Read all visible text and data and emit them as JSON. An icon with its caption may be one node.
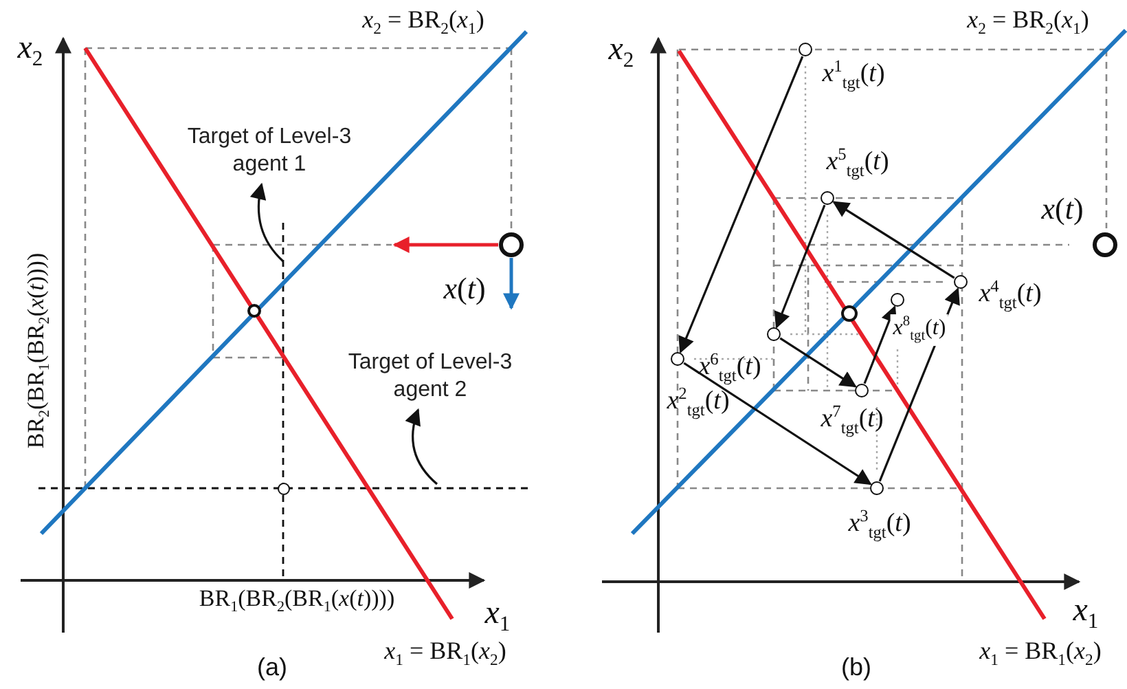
{
  "diagram": {
    "nodes": [
      {
        "text": [
          "Target of Level-3 agent 1"
        ]
      },
      {
        "text": [],
        "shape": "circle",
        "beside": [
          "*x*(*t*)"
        ]
      },
      {
        "text": [],
        "shape": "circle"
      },
      {
        "text": [
          "Target of Level-3 agent 2"
        ]
      },
      {
        "text": [],
        "shape": "circle"
      },
      {
        "text": [],
        "shape": "circle",
        "beside": [
          "*x*$^{1}$$_{tgt}$(*t*)"
        ]
      },
      {
        "text": [],
        "shape": "circle",
        "beside": [
          "*x*$^{5}$$_{tgt}$(*t*)"
        ]
      },
      {
        "text": [],
        "shape": "circle",
        "beside": [
          "*x*(*t*)"
        ]
      },
      {
        "text": [],
        "shape": "circle",
        "beside": [
          "*x*$^{4}$$_{tgt}$(*t*)"
        ]
      },
      {
        "text": [],
        "shape": "circle"
      },
      {
        "text": [],
        "shape": "circle",
        "beside": [
          "*x*$^{8}$$_{tgt}$(*t*)"
        ]
      },
      {
        "text": [],
        "shape": "circle",
        "beside": [
          "*x*$^{6}$$_{tgt}$(*t*)"
        ]
      },
      {
        "text": [],
        "shape": "circle",
        "beside": [
          "*x*$^{2}$$_{tgt}$(*t*)"
        ]
      },
      {
        "text": [],
        "shape": "circle",
        "beside": [
          "*x*$^{7}$$_{tgt}$(*t*)"
        ]
      },
      {
        "text": [],
        "shape": "circle",
        "beside": [
          "*x*$^{3}$$_{tgt}$(*t*)"
        ]
      }
    ],
    "edges": [
      {
        "from": 1,
        "to": null,
        "arrow": "to",
        "color": "#e8202a"
      },
      {
        "from": 1,
        "to": null,
        "arrow": "to",
        "color": "#1f77c0"
      },
      {
        "from": null,
        "to": 0,
        "arrow": "to"
      },
      {
        "from": null,
        "to": 3,
        "arrow": "to"
      },
      {
        "from": 5,
        "to": 12,
        "arrow": "to"
      },
      {
        "from": 12,
        "to": 14,
        "arrow": "to"
      },
      {
        "from": 14,
        "to": 8,
        "arrow": "to"
      },
      {
        "from": 8,
        "to": 6,
        "arrow": "to"
      },
      {
        "from": 6,
        "to": 11,
        "arrow": "to"
      },
      {
        "from": 11,
        "to": 13,
        "arrow": "to"
      },
      {
        "from": 13,
        "to": 10,
        "arrow": "to"
      }
    ],
    "labels": [
      "*x*$_{2}$ = BR$_{2}$(*x*$_{1}$)",
      "*x*$_{2}$",
      "BR$_{2}$(BR$_{1}$(BR$_{2}$(*x*(*t*))))",
      "BR$_{1}$(BR$_{2}$(BR$_{1}$(*x*(*t*))))",
      "*x*$_{1}$",
      "*x*$_{1}$ = BR$_{1}$(*x*$_{2}$)",
      "(a)",
      "*x*$_{2}$ = BR$_{2}$(*x*$_{1}$)",
      "*x*$_{2}$",
      "*x*$_{1}$",
      "*x*$_{1}$ = BR$_{1}$(*x*$_{2}$)",
      "(b)"
    ]
  }
}
